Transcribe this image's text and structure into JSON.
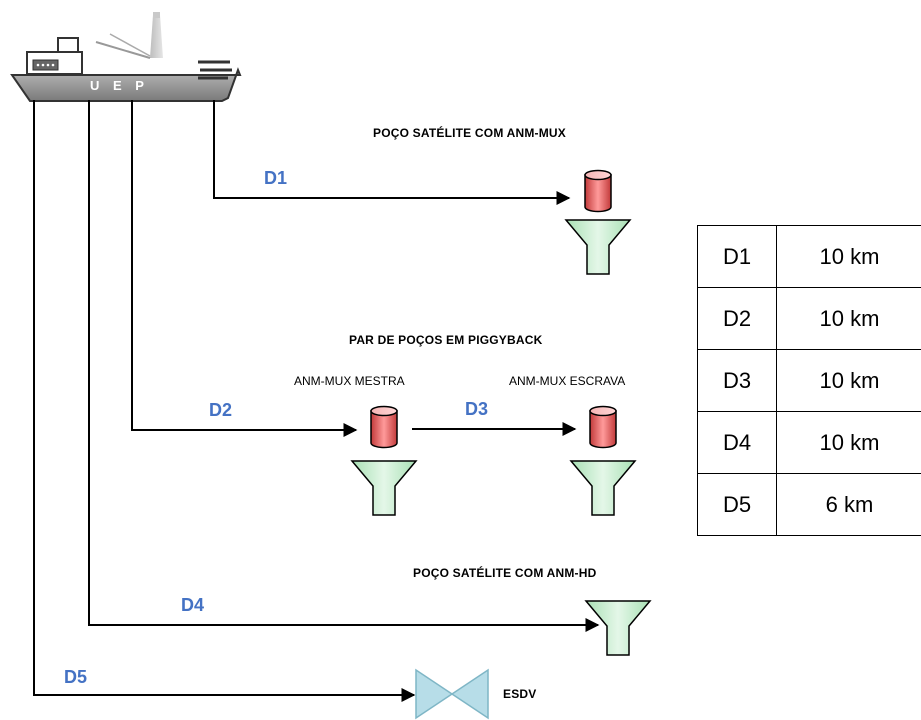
{
  "ship": {
    "label": "U E P"
  },
  "wells": {
    "satellite_mux": {
      "title": "POÇO SATÉLITE COM ANM-MUX"
    },
    "piggyback": {
      "title": "PAR DE POÇOS EM PIGGYBACK",
      "master_label": "ANM-MUX MESTRA",
      "slave_label": "ANM-MUX ESCRAVA"
    },
    "satellite_hd": {
      "title": "POÇO SATÉLITE COM ANM-HD"
    },
    "esdv": {
      "title": "ESDV"
    }
  },
  "lines": {
    "d1": "D1",
    "d2": "D2",
    "d3": "D3",
    "d4": "D4",
    "d5": "D5"
  },
  "distance_table": {
    "rows": [
      {
        "line": "D1",
        "distance": "10 km"
      },
      {
        "line": "D2",
        "distance": "10 km"
      },
      {
        "line": "D3",
        "distance": "10 km"
      },
      {
        "line": "D4",
        "distance": "10 km"
      },
      {
        "line": "D5",
        "distance": "6 km"
      }
    ]
  },
  "colors": {
    "line_label": "#4472c4",
    "tree_red": "#e05555",
    "base_green": "#c6efce",
    "esdv_fill": "#b7dde8",
    "ship_hull": "#8c8c8c"
  }
}
